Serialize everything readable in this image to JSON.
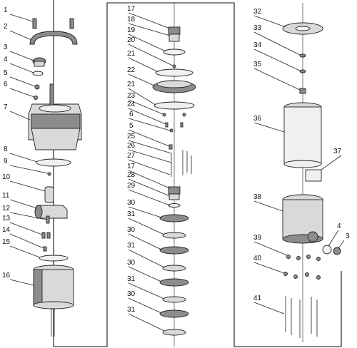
{
  "diagram": {
    "columns": [
      {
        "name": "motor-column",
        "callouts": [
          {
            "num": "1"
          },
          {
            "num": "2"
          },
          {
            "num": "3"
          },
          {
            "num": "4"
          },
          {
            "num": "5"
          },
          {
            "num": "6"
          },
          {
            "num": "7"
          },
          {
            "num": "8"
          },
          {
            "num": "9"
          },
          {
            "num": "10"
          },
          {
            "num": "11"
          },
          {
            "num": "12"
          },
          {
            "num": "13"
          },
          {
            "num": "14"
          },
          {
            "num": "15"
          },
          {
            "num": "16"
          }
        ]
      },
      {
        "name": "pump-stack-column",
        "callouts": [
          {
            "num": "17"
          },
          {
            "num": "18"
          },
          {
            "num": "19"
          },
          {
            "num": "20"
          },
          {
            "num": "21"
          },
          {
            "num": "22"
          },
          {
            "num": "21"
          },
          {
            "num": "23"
          },
          {
            "num": "24"
          },
          {
            "num": "6"
          },
          {
            "num": "5"
          },
          {
            "num": "25"
          },
          {
            "num": "26"
          },
          {
            "num": "27"
          },
          {
            "num": "17"
          },
          {
            "num": "28"
          },
          {
            "num": "29"
          },
          {
            "num": "30"
          },
          {
            "num": "31"
          },
          {
            "num": "30"
          },
          {
            "num": "31"
          },
          {
            "num": "30"
          },
          {
            "num": "31"
          },
          {
            "num": "30"
          },
          {
            "num": "31"
          }
        ]
      },
      {
        "name": "housing-column",
        "callouts": [
          {
            "num": "32"
          },
          {
            "num": "33"
          },
          {
            "num": "34"
          },
          {
            "num": "35"
          },
          {
            "num": "36"
          },
          {
            "num": "37"
          },
          {
            "num": "38"
          },
          {
            "num": "4"
          },
          {
            "num": "3"
          },
          {
            "num": "39"
          },
          {
            "num": "40"
          },
          {
            "num": "41"
          }
        ]
      }
    ]
  }
}
